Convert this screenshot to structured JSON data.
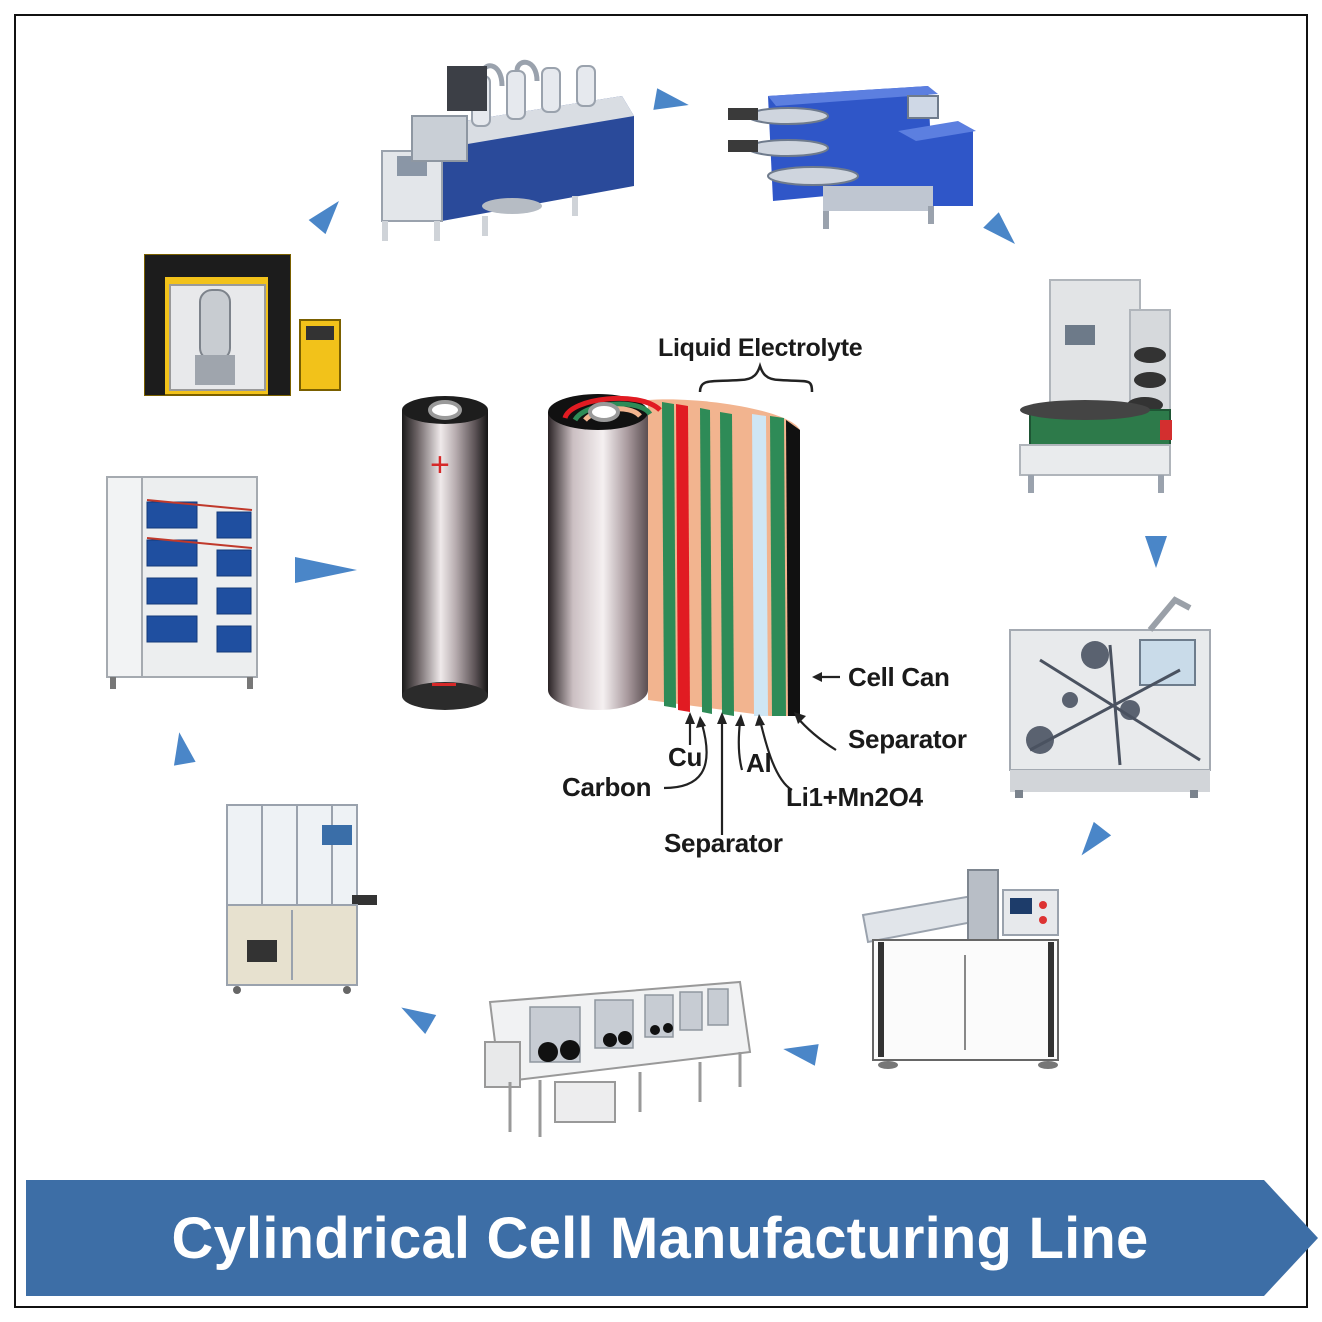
{
  "banner": {
    "title": "Cylindrical Cell Manufacturing Line",
    "color": "#3d6ea6"
  },
  "cell_diagram": {
    "labels": {
      "liquid_electrolyte": "Liquid Electrolyte",
      "cell_can": "Cell Can",
      "separator_outer": "Separator",
      "cu": "Cu",
      "al": "Al",
      "carbon": "Carbon",
      "li_mn2o4": "Li1+Mn2O4",
      "separator_inner": "Separator"
    },
    "terminal_positive": "+",
    "layer_colors": [
      "#e11b22",
      "#2e8b57",
      "#f2b48f",
      "#cfe6f4",
      "#111111"
    ]
  },
  "flow": {
    "arrow_color": "#4a86c8",
    "stations": [
      {
        "id": "coating-machine",
        "icon": "coating-machine-icon"
      },
      {
        "id": "calender-press",
        "icon": "calender-press-icon"
      },
      {
        "id": "slitting-machine",
        "icon": "slitting-machine-icon"
      },
      {
        "id": "winding-machine",
        "icon": "winding-machine-icon"
      },
      {
        "id": "welding-machine",
        "icon": "welding-machine-icon"
      },
      {
        "id": "glove-box-line",
        "icon": "glove-box-icon"
      },
      {
        "id": "sealing-machine",
        "icon": "sealing-machine-icon"
      },
      {
        "id": "formation-cabinet",
        "icon": "formation-cabinet-icon"
      },
      {
        "id": "mixing-machine",
        "icon": "mixer-icon"
      }
    ]
  }
}
